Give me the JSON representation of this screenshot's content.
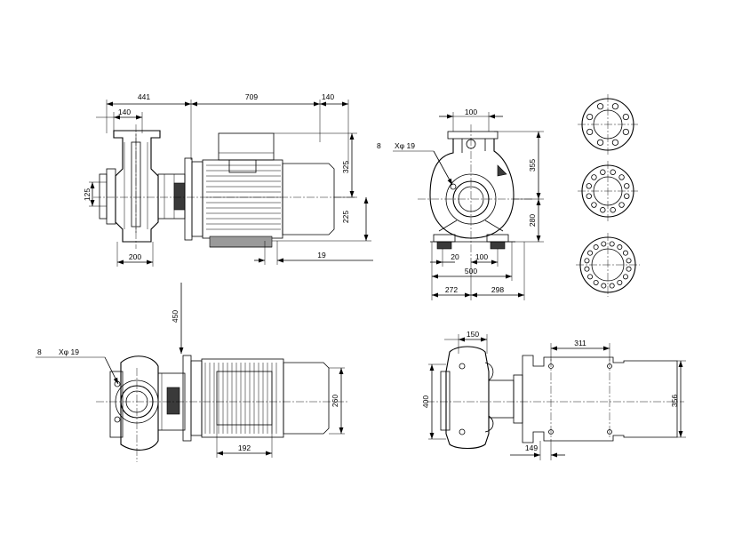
{
  "views": {
    "side": {
      "dim_441": "441",
      "dim_709": "709",
      "dim_140_motor": "140",
      "dim_140_pump": "140",
      "dim_125": "125",
      "dim_200": "200",
      "dim_325": "325",
      "dim_225": "225",
      "dim_19": "19"
    },
    "front": {
      "dim_100": "100",
      "bolt_count": "8",
      "bolt_hole": "Xφ 19",
      "dim_355": "355",
      "dim_280": "280",
      "dim_20": "20",
      "dim_100_base": "100",
      "dim_500": "500",
      "dim_272": "272",
      "dim_298": "298"
    },
    "top": {
      "dim_450": "450",
      "bolt_count": "8",
      "bolt_hole": "Xφ 19",
      "dim_260": "260",
      "dim_192": "192"
    },
    "foot": {
      "dim_150": "150",
      "dim_311": "311",
      "dim_400": "400",
      "dim_356": "356",
      "dim_149": "149"
    }
  },
  "flanges": [
    {
      "name": "flange-8-holes",
      "holes": 8
    },
    {
      "name": "flange-12-holes",
      "holes": 12
    },
    {
      "name": "flange-16-holes",
      "holes": 16
    }
  ]
}
